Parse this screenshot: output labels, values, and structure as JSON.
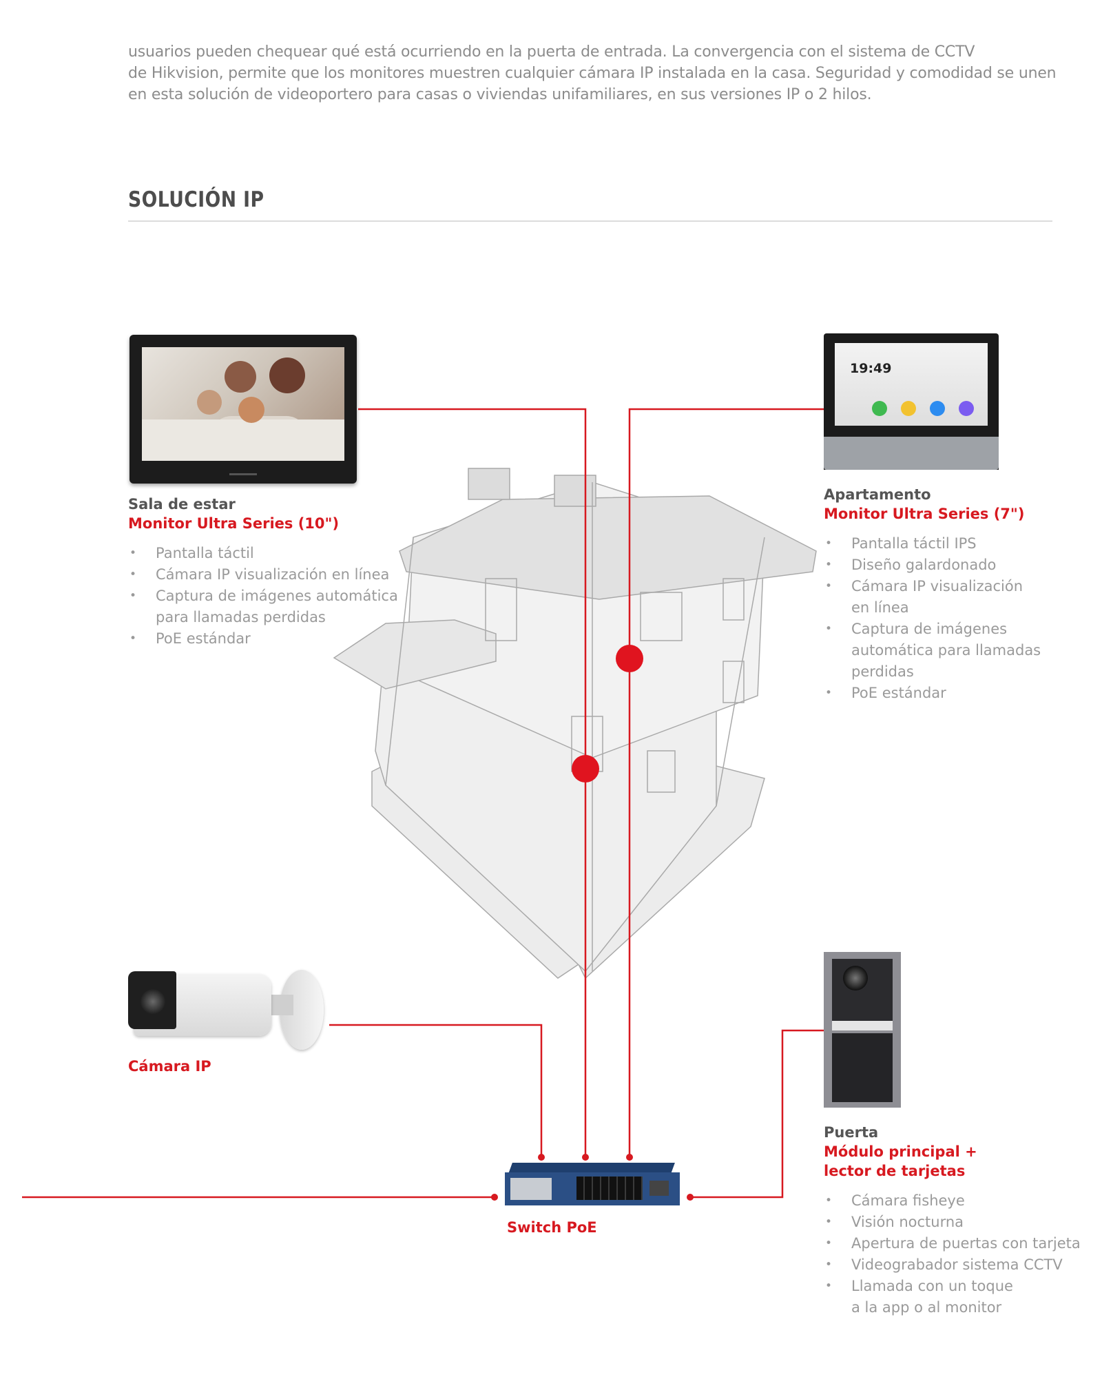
{
  "intro": {
    "lines": [
      "usuarios pueden chequear qué está ocurriendo en la puerta de entrada. La convergencia con el sistema de CCTV",
      "de Hikvision, permite que los monitores muestren cualquier cámara IP instalada en la casa. Seguridad y comodidad se unen",
      "en esta solución de videoportero para casas o viviendas unifamiliares, en sus versiones IP o 2 hilos."
    ]
  },
  "section_title": "SOLUCIÓN IP",
  "colors": {
    "accent": "#d71920",
    "heading": "#4d4d4d",
    "text": "#9a9a9a"
  },
  "devices": {
    "living_room": {
      "room": "Sala de estar",
      "product": "Monitor Ultra Series (10\")",
      "features": [
        "Pantalla táctil",
        "Cámara IP visualización en línea",
        "Captura de imágenes automática",
        "para llamadas perdidas",
        "PoE estándar"
      ]
    },
    "apartment": {
      "room": "Apartamento",
      "product": "Monitor Ultra Series (7\")",
      "time": "19:49",
      "features": [
        "Pantalla táctil IPS",
        "Diseño galardonado",
        "Cámara IP visualización",
        "en línea",
        "Captura de imágenes",
        "automática para llamadas",
        "perdidas",
        "PoE estándar"
      ]
    },
    "camera": {
      "product": "Cámara IP"
    },
    "door": {
      "room": "Puerta",
      "product_line1": "Módulo principal +",
      "product_line2": "lector de tarjetas",
      "features": [
        "Cámara fisheye",
        "Visión nocturna",
        "Apertura de puertas con tarjeta",
        "Videograbador sistema CCTV",
        "Llamada con un toque",
        "a la app o al monitor"
      ]
    },
    "switch": {
      "product": "Switch PoE"
    }
  }
}
